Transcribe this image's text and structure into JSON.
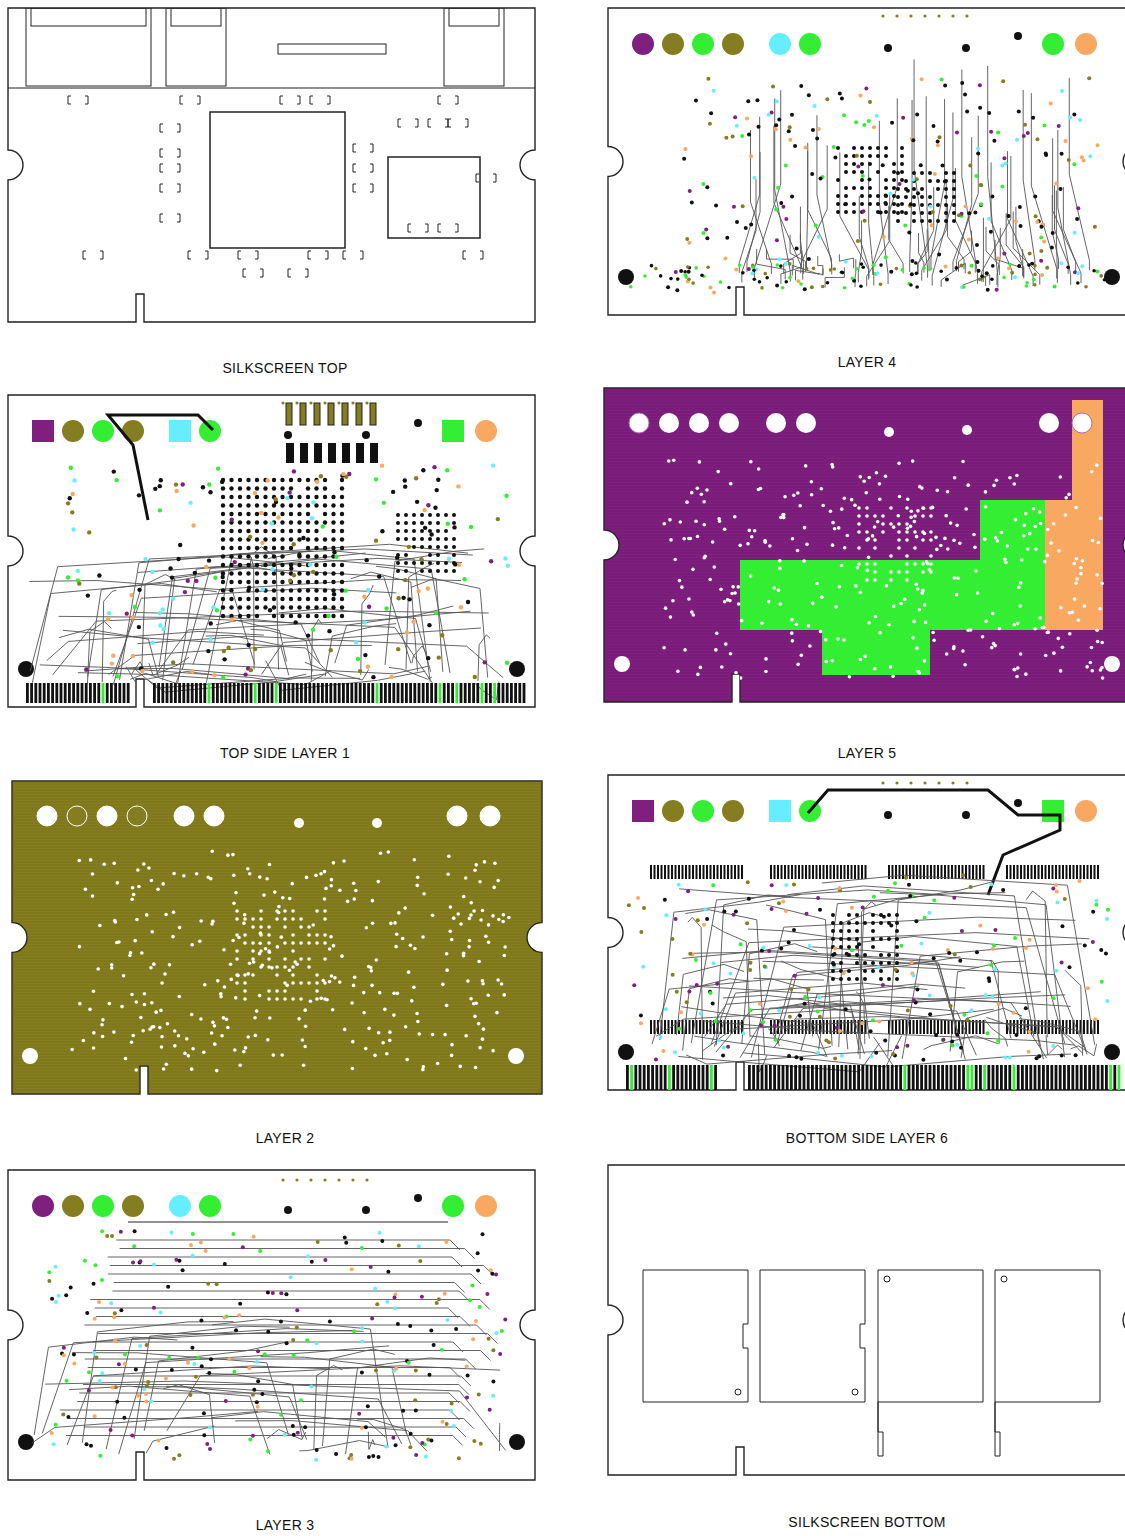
{
  "diagram": {
    "labels": [
      "SILKSCREEN TOP",
      "LAYER 4",
      "TOP SIDE LAYER 1",
      "LAYER 5",
      "LAYER 2",
      "BOTTOM SIDE LAYER 6",
      "LAYER 3",
      "SILKSCREEN BOTTOM"
    ]
  }
}
